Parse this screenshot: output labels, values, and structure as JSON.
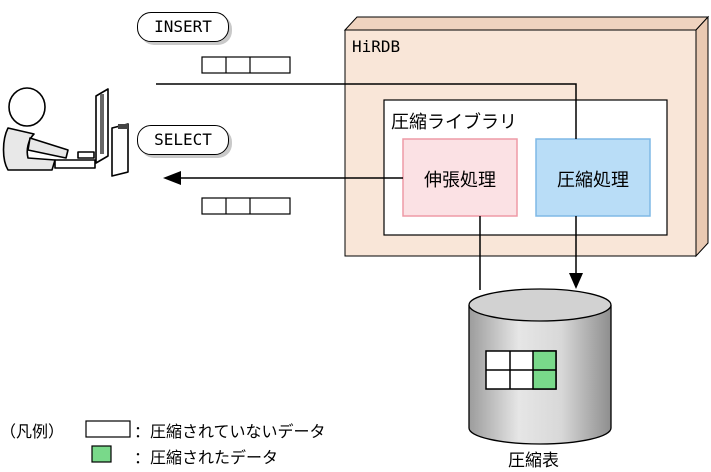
{
  "client": {
    "insert_label": "INSERT",
    "select_label": "SELECT"
  },
  "server": {
    "name": "HiRDB",
    "library_title": "圧縮ライブラリ",
    "expand_process": "伸張処理",
    "compress_process": "圧縮処理"
  },
  "storage": {
    "table_label": "圧縮表"
  },
  "legend": {
    "prefix": "（凡例）",
    "uncompressed": "：圧縮されていないデータ",
    "compressed": "：圧縮されたデータ"
  },
  "colors": {
    "hirdb_fill": "#f9e6d8",
    "expand_fill": "#fbe1e4",
    "expand_border": "#ee9aa6",
    "compress_fill": "#b9ddf7",
    "compress_border": "#7fb8e6",
    "compressed_data": "#79d98a"
  }
}
